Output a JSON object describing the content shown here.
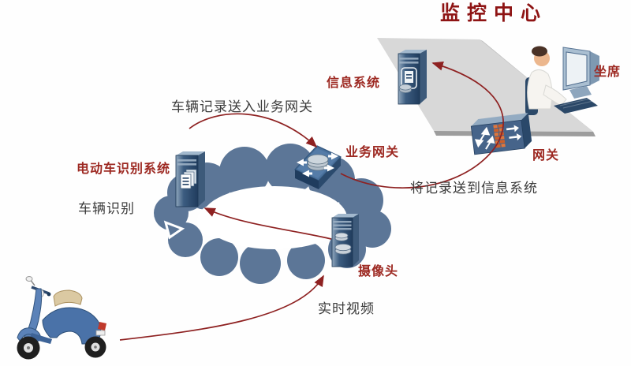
{
  "title": "监控中心",
  "nodes": {
    "info_system": {
      "label": "信息系统"
    },
    "seat": {
      "label": "坐席"
    },
    "gateway": {
      "label": "网关"
    },
    "business_gateway": {
      "label": "业务网关"
    },
    "ebike_recognition": {
      "label": "电动车识别系统"
    },
    "camera": {
      "label": "摄像头"
    }
  },
  "flows": {
    "record_to_business_gateway": {
      "label": "车辆记录送入业务网关"
    },
    "record_to_info_system": {
      "label": "将记录送到信息系统"
    },
    "vehicle_recognition": {
      "label": "车辆识别"
    },
    "realtime_video": {
      "label": "实时视频"
    }
  },
  "colors": {
    "title_red": "#8e1414",
    "node_label_red": "#9d2922",
    "flow_label_dark": "#3b3b3b",
    "arrow_red": "#8e2121",
    "cloud_blue": "#5c7697",
    "platform_gray": "#d8d8d8",
    "device_navy": "#2e4c70",
    "scooter_blue": "#4a72a8"
  }
}
